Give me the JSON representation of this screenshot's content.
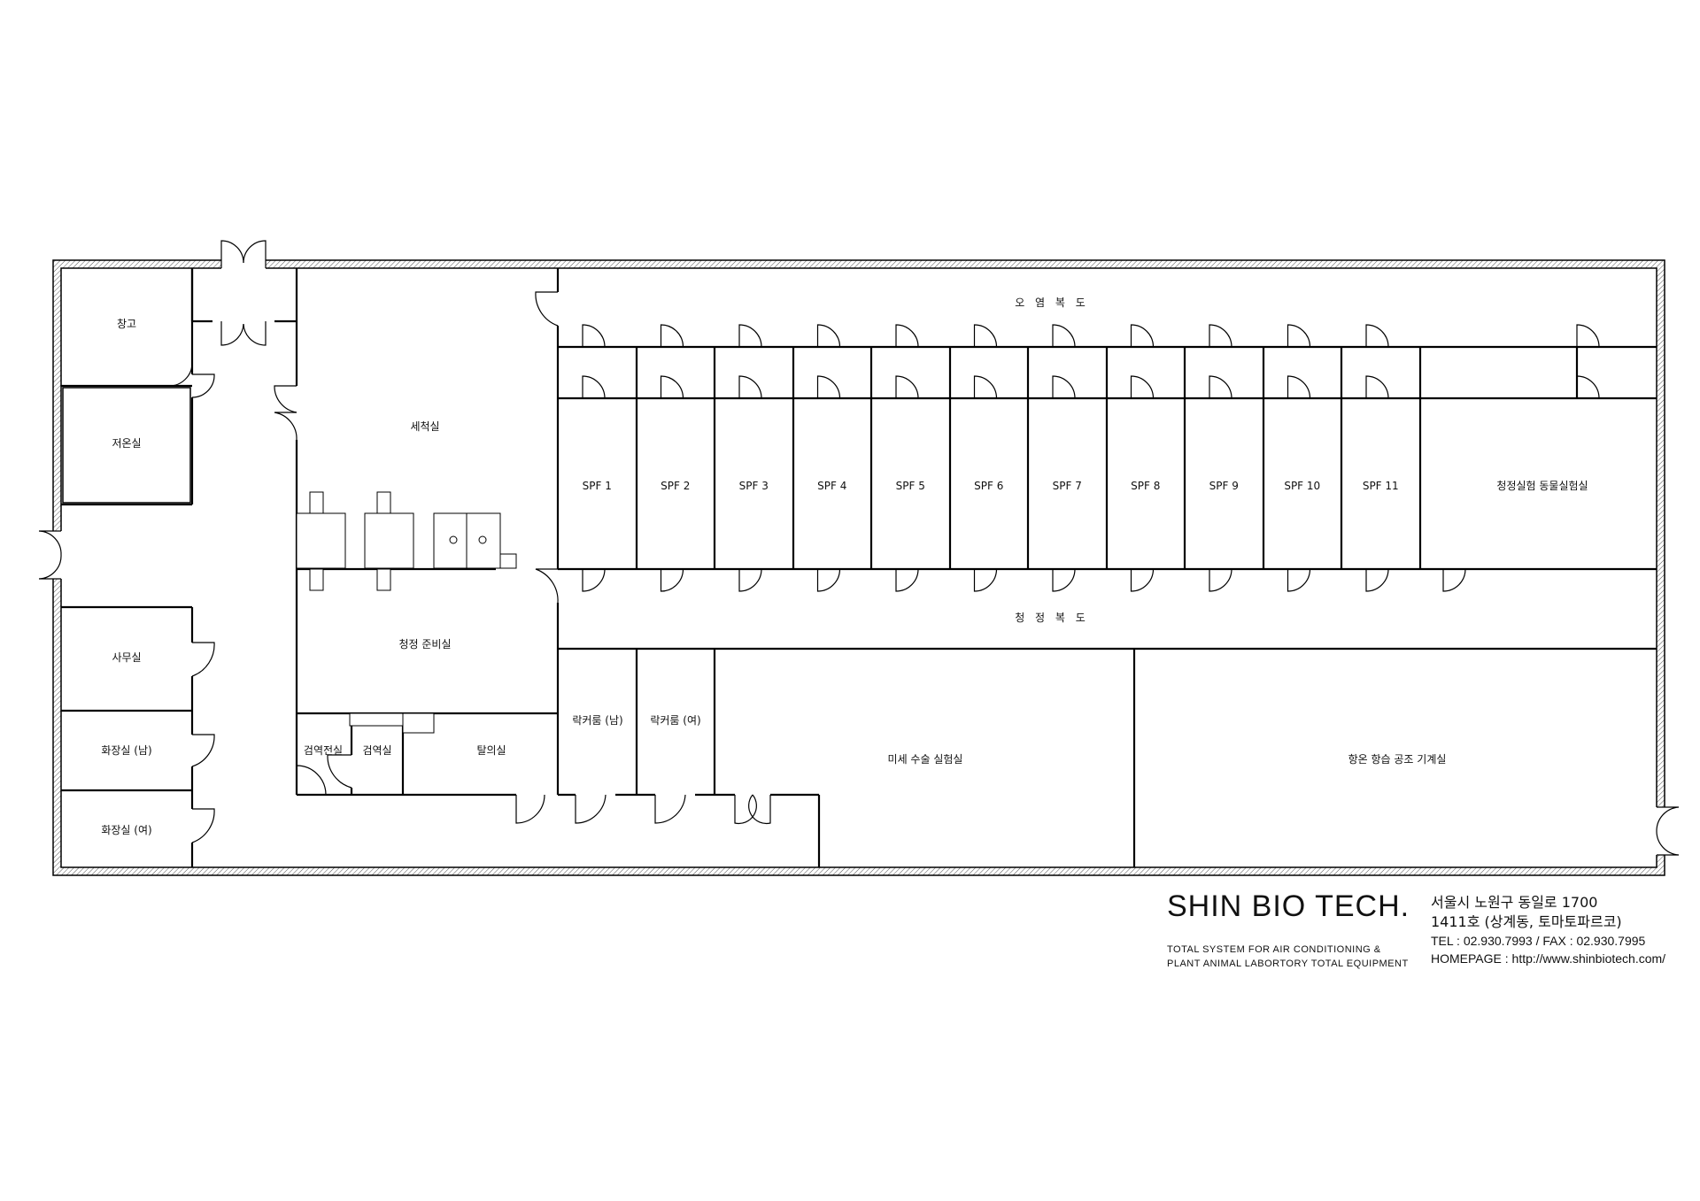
{
  "rooms": {
    "storage": "창고",
    "cold_storage": "저온실",
    "office": "사무실",
    "toilet_m": "화장실 (남)",
    "toilet_f": "화장실 (여)",
    "washing": "세척실",
    "clean_prep": "청정 준비실",
    "pre_quarantine": "검역전실",
    "quarantine": "검역실",
    "undressing": "탈의실",
    "contaminated_corridor": "오 염 복 도",
    "clean_corridor": "청 정 복 도",
    "spf": [
      "SPF 1",
      "SPF 2",
      "SPF 3",
      "SPF 4",
      "SPF 5",
      "SPF 6",
      "SPF 7",
      "SPF 8",
      "SPF 9",
      "SPF 10",
      "SPF 11"
    ],
    "clean_animal_lab": "청정실험 동물실험실",
    "locker_m": "락커룸 (남)",
    "locker_f": "락커룸 (여)",
    "microsurgery": "미세 수술 실험실",
    "hvac": "항온 항습 공조 기계실"
  },
  "titleblock": {
    "company": "SHIN BIO TECH.",
    "tagline_1": "TOTAL SYSTEM FOR AIR CONDITIONING &",
    "tagline_2": "PLANT ANIMAL LABORTORY TOTAL EQUIPMENT",
    "address_1": "서울시 노원구 동일로 1700",
    "address_2": "1411호 (상계동, 토마토파르코)",
    "contact": "TEL : 02.930.7993 / FAX : 02.930.7995",
    "homepage": "HOMEPAGE : http://www.shinbiotech.com/"
  }
}
